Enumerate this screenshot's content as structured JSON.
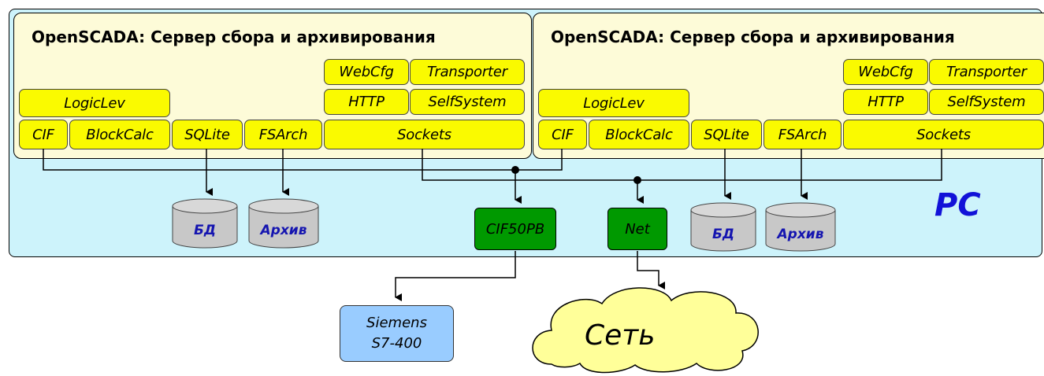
{
  "servers": [
    {
      "title": "OpenSCADA: Сервер сбора и архивирования",
      "modules": {
        "webcfg": "WebCfg",
        "transporter": "Transporter",
        "http": "HTTP",
        "selfsystem": "SelfSystem",
        "logiclev": "LogicLev",
        "cif": "CIF",
        "blockcalc": "BlockCalc",
        "sqlite": "SQLite",
        "fsarch": "FSArch",
        "sockets": "Sockets"
      }
    },
    {
      "title": "OpenSCADA: Сервер сбора и архивирования",
      "modules": {
        "webcfg": "WebCfg",
        "transporter": "Transporter",
        "http": "HTTP",
        "selfsystem": "SelfSystem",
        "logiclev": "LogicLev",
        "cif": "CIF",
        "blockcalc": "BlockCalc",
        "sqlite": "SQLite",
        "fsarch": "FSArch",
        "sockets": "Sockets"
      }
    }
  ],
  "storage": {
    "db_left": "БД",
    "archive_left": "Архив",
    "db_right": "БД",
    "archive_right": "Архив"
  },
  "hardware": {
    "cif": "CIF50PB",
    "net": "Net"
  },
  "pc_label": "PC",
  "siemens": {
    "line1": "Siemens",
    "line2": "S7-400"
  },
  "cloud_label": "Сеть",
  "colors": {
    "pc_background": "#cdf3fb",
    "server_background": "#fdfbd8",
    "module_fill": "#fafa00",
    "hardware_fill": "#009900",
    "siemens_fill": "#99ccff",
    "cloud_fill": "#ffff99",
    "pc_label": "#1212d8",
    "cylinder_fill": "#c8c8c8"
  }
}
